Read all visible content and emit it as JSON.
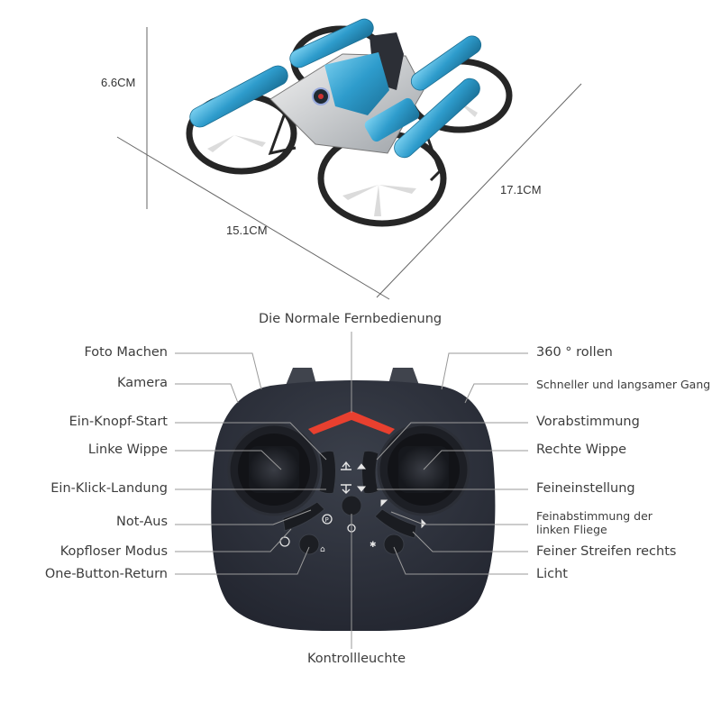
{
  "product": {
    "name": "Drone motorcycle (2-in-1)",
    "body_color": "#3aa9d8",
    "dimensions": {
      "height": "6.6CM",
      "width": "15.1CM",
      "length": "17.1CM"
    }
  },
  "remote": {
    "title": "Die Normale Fernbedienung",
    "body_color": "#2b2f38",
    "accent_color": "#e8402f",
    "labels_left": [
      {
        "id": "photo",
        "text": "Foto Machen"
      },
      {
        "id": "camera",
        "text": "Kamera"
      },
      {
        "id": "one-key-start",
        "text": "Ein-Knopf-Start"
      },
      {
        "id": "left-stick",
        "text": "Linke Wippe"
      },
      {
        "id": "one-click-landing",
        "text": "Ein-Klick-Landung"
      },
      {
        "id": "emergency-stop",
        "text": "Not-Aus"
      },
      {
        "id": "headless-mode",
        "text": "Kopfloser Modus"
      },
      {
        "id": "one-button-return",
        "text": "One-Button-Return"
      }
    ],
    "labels_right": [
      {
        "id": "roll-360",
        "text": "360 ° rollen"
      },
      {
        "id": "speed-switch",
        "text": "Schneller und langsamer Gang"
      },
      {
        "id": "pre-tuning",
        "text": "Vorabstimmung"
      },
      {
        "id": "right-stick",
        "text": "Rechte Wippe"
      },
      {
        "id": "fine-tuning",
        "text": "Feineinstellung"
      },
      {
        "id": "left-fly-trim",
        "text": "Feinabstimmung der linken Fliege"
      },
      {
        "id": "right-trim",
        "text": "Feiner Streifen rechts"
      },
      {
        "id": "light",
        "text": "Licht"
      }
    ],
    "bottom_label": "Kontrollleuchte"
  },
  "icons": {
    "takeoff": "up-arrow-with-base-icon",
    "landing": "down-arrow-with-base-icon",
    "trim_up": "triangle-up-icon",
    "trim_down": "triangle-down-icon",
    "power": "power-icon",
    "pause": "p-circle-icon",
    "headless": "headless-icon",
    "return": "return-home-icon",
    "light": "light-bulb-icon"
  }
}
